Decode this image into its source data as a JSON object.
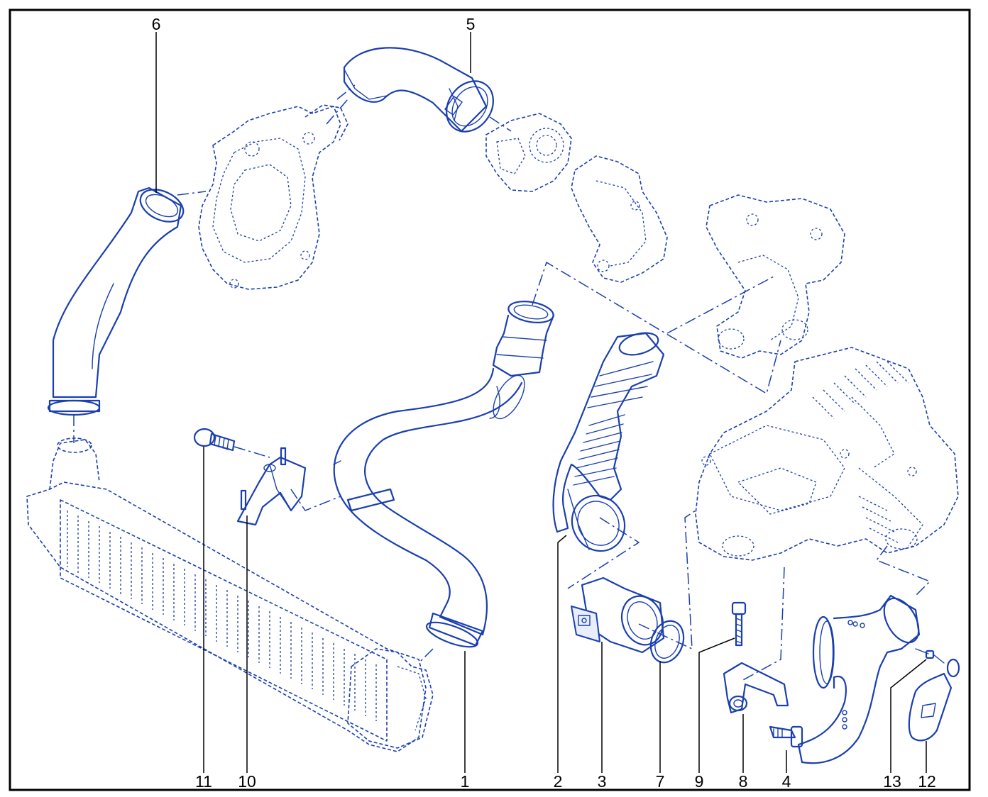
{
  "diagram": {
    "colors": {
      "line": "#1a3fb0",
      "frame": "#000000",
      "background": "#ffffff"
    },
    "callouts": {
      "c1": "1",
      "c2": "2",
      "c3": "3",
      "c4": "4",
      "c5": "5",
      "c6": "6",
      "c7": "7",
      "c8": "8",
      "c9": "9",
      "c10": "10",
      "c11": "11",
      "c12": "12",
      "c13": "13"
    }
  }
}
